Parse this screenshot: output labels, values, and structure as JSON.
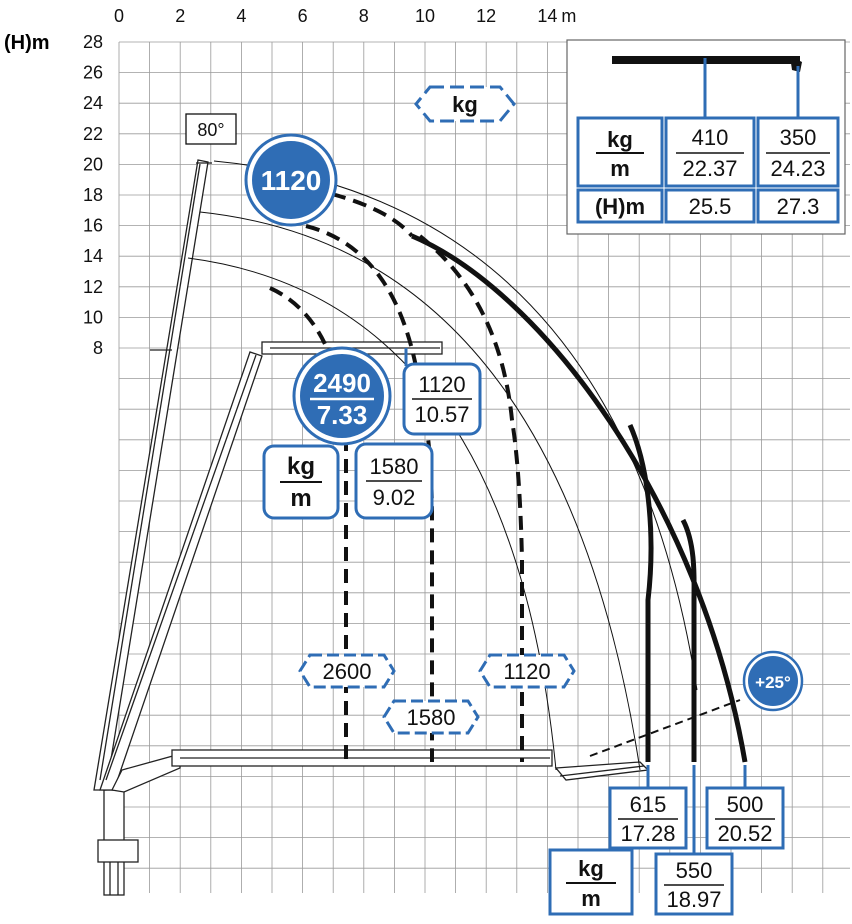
{
  "axes": {
    "y_title": "(H)m",
    "x_unit": "m",
    "x_ticks": [
      "0",
      "2",
      "4",
      "6",
      "8",
      "10",
      "12",
      "14"
    ],
    "y_ticks": [
      "8",
      "10",
      "12",
      "14",
      "16",
      "18",
      "20",
      "22",
      "24",
      "26",
      "28"
    ]
  },
  "angle_label": "80°",
  "top_legend_unit": "kg",
  "main_capacity": "1120",
  "max_capacity": {
    "kg": "2490",
    "m": "7.33"
  },
  "unit_box_mid": {
    "kg": "kg",
    "m": "m"
  },
  "points_mid": [
    {
      "kg": "1580",
      "m": "9.02"
    },
    {
      "kg": "1120",
      "m": "10.57"
    }
  ],
  "ground_values": [
    "2600",
    "1580",
    "1120"
  ],
  "angle_badge": "+25°",
  "inset": {
    "kg_label": "kg",
    "m_label": "m",
    "h_label": "(H)m",
    "cols": [
      {
        "kg": "410",
        "m": "22.37",
        "h": "25.5"
      },
      {
        "kg": "350",
        "m": "24.23",
        "h": "27.3"
      }
    ]
  },
  "bottom_unit": {
    "kg": "kg",
    "m": "m"
  },
  "bottom_points": [
    {
      "kg": "615",
      "m": "17.28"
    },
    {
      "kg": "550",
      "m": "18.97"
    },
    {
      "kg": "500",
      "m": "20.52"
    }
  ],
  "colors": {
    "accent": "#2f6db5",
    "dark": "#1b1b1b",
    "grid": "#9a9a9a"
  }
}
